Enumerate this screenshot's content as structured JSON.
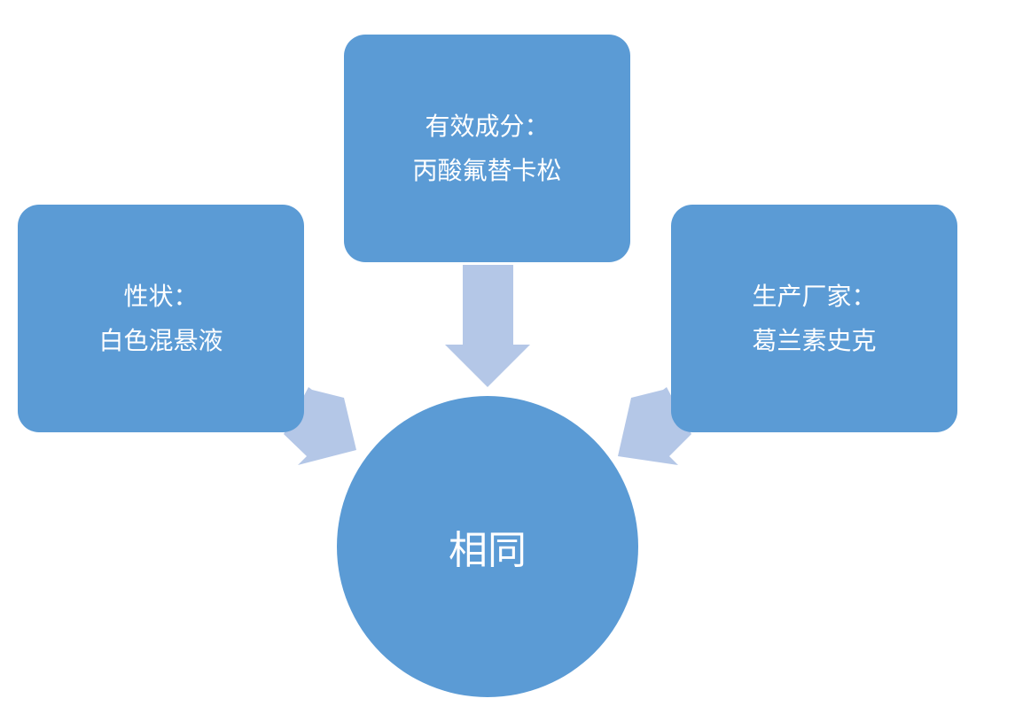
{
  "diagram": {
    "nodes": [
      {
        "id": "top",
        "lines": [
          "有效成分：",
          "丙酸氟替卡松"
        ]
      },
      {
        "id": "left",
        "lines": [
          "性状：",
          "白色混悬液"
        ]
      },
      {
        "id": "right",
        "lines": [
          "生产厂家：",
          "葛兰素史克"
        ]
      }
    ],
    "center": {
      "label": "相同"
    },
    "edges": [
      {
        "from": "top",
        "to": "center"
      },
      {
        "from": "left",
        "to": "center"
      },
      {
        "from": "right",
        "to": "center"
      }
    ]
  },
  "colors": {
    "node_fill": "#5b9bd5",
    "arrow_fill": "#b4c7e7",
    "text": "#ffffff"
  }
}
